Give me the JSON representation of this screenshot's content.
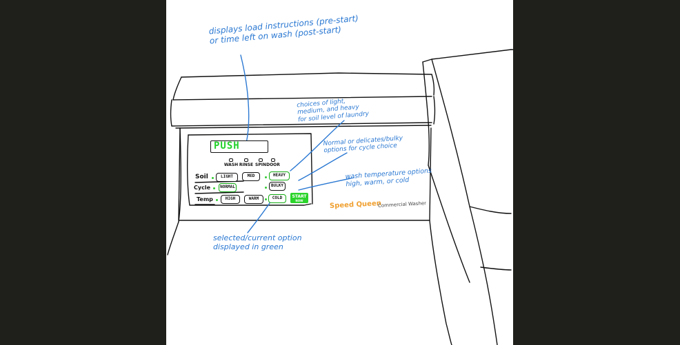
{
  "annotations": {
    "display_note": [
      "displays load instructions (pre-start)",
      "or time left on wash (post-start)"
    ],
    "soil_note": [
      "choices of light,",
      "medium, and heavy",
      "for soil level of laundry"
    ],
    "cycle_note": [
      "Normal or delicates/bulky",
      "options for cycle choice"
    ],
    "temp_note": [
      "wash temperature options",
      "high, warm, or cold"
    ],
    "selected_note": [
      "selected/current option",
      "displayed in green"
    ]
  },
  "panel": {
    "display_text": "PUSH",
    "indicators": [
      "WASH",
      "RINSE",
      "SPIN",
      "DOOR"
    ],
    "rows": {
      "soil_label": "Soil",
      "cycle_label": "Cycle",
      "temp_label": "Temp"
    },
    "soil_buttons": [
      "LIGHT",
      "MED",
      "HEAVY"
    ],
    "cycle_buttons": [
      "NORMAL",
      "BULKY"
    ],
    "temp_buttons": [
      "HIGH",
      "WARM",
      "COLD"
    ],
    "start_label": [
      "START",
      "NOW"
    ],
    "brand": "Speed Queen",
    "brand_sub": "Commercial Washer"
  },
  "colors": {
    "annotation": "#2a78d2",
    "selected": "#23d12b",
    "brand": "#f0a030",
    "background": "#1f1f1b"
  }
}
